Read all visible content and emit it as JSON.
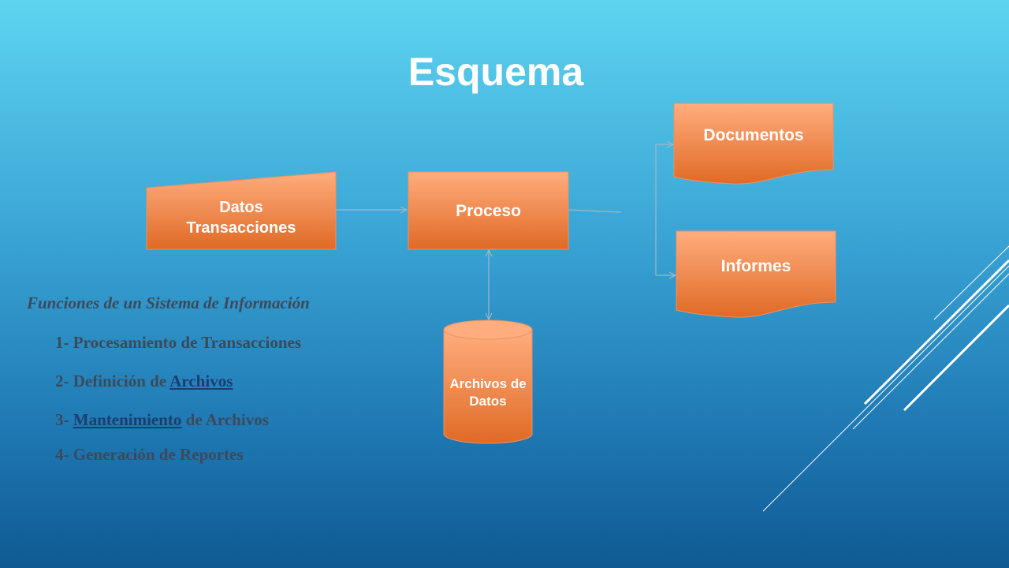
{
  "slide": {
    "title": "Esquema"
  },
  "diagram": {
    "nodes": {
      "datos": "Datos Transacciones",
      "proceso": "Proceso",
      "documentos": "Documentos",
      "informes": "Informes",
      "archivos": "Archivos de Datos"
    },
    "colors": {
      "node_top": "#ffad7e",
      "node_bottom": "#e06a25",
      "connector": "#9fb8c8"
    }
  },
  "functions": {
    "heading": "Funciones de un Sistema de Información",
    "item1": "1- Procesamiento de Transacciones",
    "item2_prefix": "2- Definición de ",
    "item2_link": "Archivos",
    "item3_prefix": "3- ",
    "item3_link": "Mantenimiento",
    "item3_suffix": " de Archivos",
    "item4": "4- Generación de Reportes"
  }
}
